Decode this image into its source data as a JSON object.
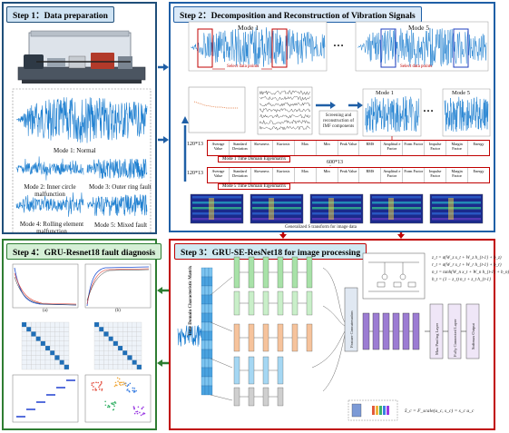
{
  "step1": {
    "title": "Step 1：Data preparation",
    "modes": [
      "Mode 1: Normal",
      "Mode 2: Inner circle malfunction",
      "Mode 3: Outer ring fault",
      "Mode 4: Rolling element malfunction",
      "Mode 5: Mixed fault"
    ]
  },
  "step2": {
    "title": "Step 2：Decomposition and Reconstruction of Vibration Signals",
    "mode1": "Mode 1",
    "mode5": "Mode 5",
    "dots": "…",
    "select_points": "Select data points",
    "screening": "Screening and reconstruction of IMF components",
    "size_a": "120*13",
    "size_b": "120*13",
    "size_c": "600*13",
    "features": [
      "Average Value",
      "Standard Deviation",
      "Skewness",
      "Kurtosis",
      "Max",
      "Min",
      "Peak Value",
      "RMS",
      "Amplitud e Factor",
      "Form Factor",
      "Impulse Factor",
      "Margin Factor",
      "Energy"
    ],
    "caption1": "Mode 1 Time Domain Eigenmatrix",
    "caption5": "Mode 5 Time Domain Eigenmatrix",
    "gst_caption": "Generalized S transform for image data"
  },
  "step3": {
    "title": "Step 3：GRU-SE-ResNet18 for image processing",
    "matrix_label": "Time Domain Characteristic Matrix",
    "col_feature": "Feature Concatenation",
    "col_maxpool": "Max Pooling Layer",
    "col_fc": "Fully Connected Layer",
    "col_softmax": "Softmax Output",
    "equations": [
      "z_t = σ(W_z x_t + W_z h_{t-1} + b_z)",
      "r_t = σ(W_r x_t + W_r h_{t-1} + b_r)",
      "n_t = tanh(W_n x_t + W_n h_{t-1} + b_n)",
      "h_t = (1 − z_t) n_t + z_t h_{t-1}"
    ],
    "se_equation": "x̃_c = F_scale(u_c, s_c) = s_c u_c"
  },
  "step4": {
    "title": "Step 4：GRU-Resnet18 fault diagnosis",
    "chart_a": "(a)",
    "chart_b": "(b)"
  },
  "colors": {
    "step1": "#1f4e79",
    "step2": "#1f5fa6",
    "step3": "#c00000",
    "step4": "#2e7d32",
    "signal": "#1e7fd0",
    "arrow_blue": "#1f5fa6",
    "arrow_red": "#c00000",
    "arrow_green": "#2e7d32"
  }
}
